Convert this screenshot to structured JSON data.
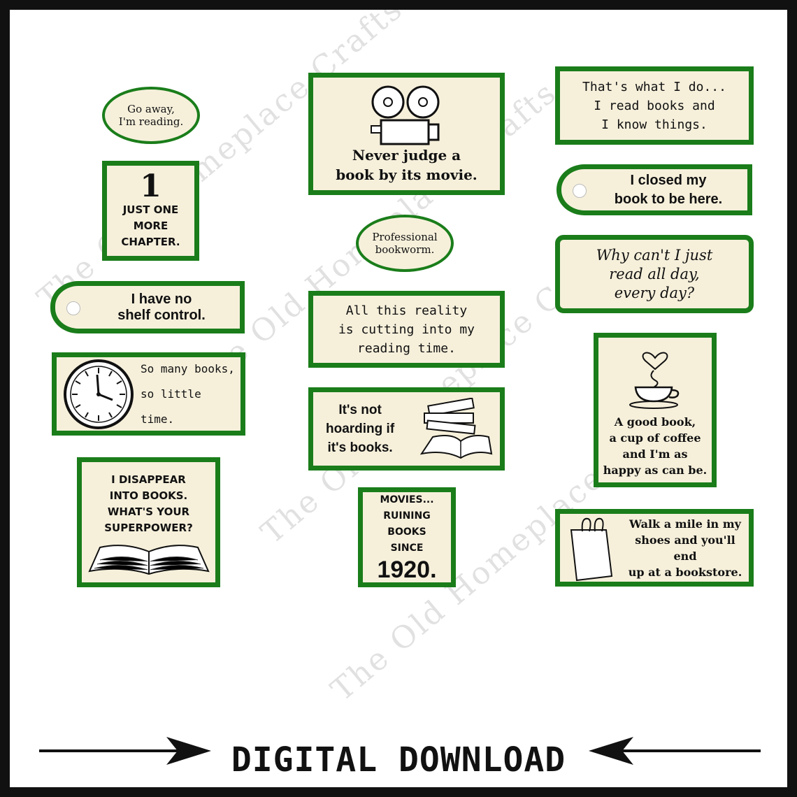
{
  "labels": {
    "go_away": "Go away,\nI'm reading.",
    "just_one_number": "1",
    "just_one_text": "Just one\nmore\nchapter.",
    "no_shelf": "I have no\nshelf control.",
    "so_many": "So many books,\nso little time.",
    "disappear": "I disappear\ninto books.\nWhat's your\nsuperpower?",
    "never_judge": "Never judge a\nbook by its movie.",
    "professional": "Professional\nbookworm.",
    "reality": "All this reality\nis cutting into my\nreading time.",
    "hoarding": "It's not\nhoarding if\nit's books.",
    "movies_top": "Movies...\nruining\nbooks\nsince",
    "movies_year": "1920.",
    "thats_what": "That's what I do...\nI read books and\nI know things.",
    "closed_book": "I closed my\nbook to be here.",
    "why_cant": "Why can't I just\nread all day,\nevery day?",
    "good_book": "A good book,\na cup of coffee\nand I'm as\nhappy as can be.",
    "walk_mile": "Walk a mile in my\nshoes and you'll end\nup at a bookstore."
  },
  "watermark": "The Old Homeplace Crafts",
  "footer": {
    "text": "DIGITAL DOWNLOAD"
  },
  "colors": {
    "border": "#1a7d1a",
    "label_bg": "#f6f0db",
    "frame": "#111111"
  },
  "icons": [
    "film-projector-icon",
    "clock-icon",
    "open-book-icon",
    "stacked-books-icon",
    "coffee-cup-icon",
    "shopping-bag-icon",
    "left-arrow-icon",
    "right-arrow-icon"
  ]
}
